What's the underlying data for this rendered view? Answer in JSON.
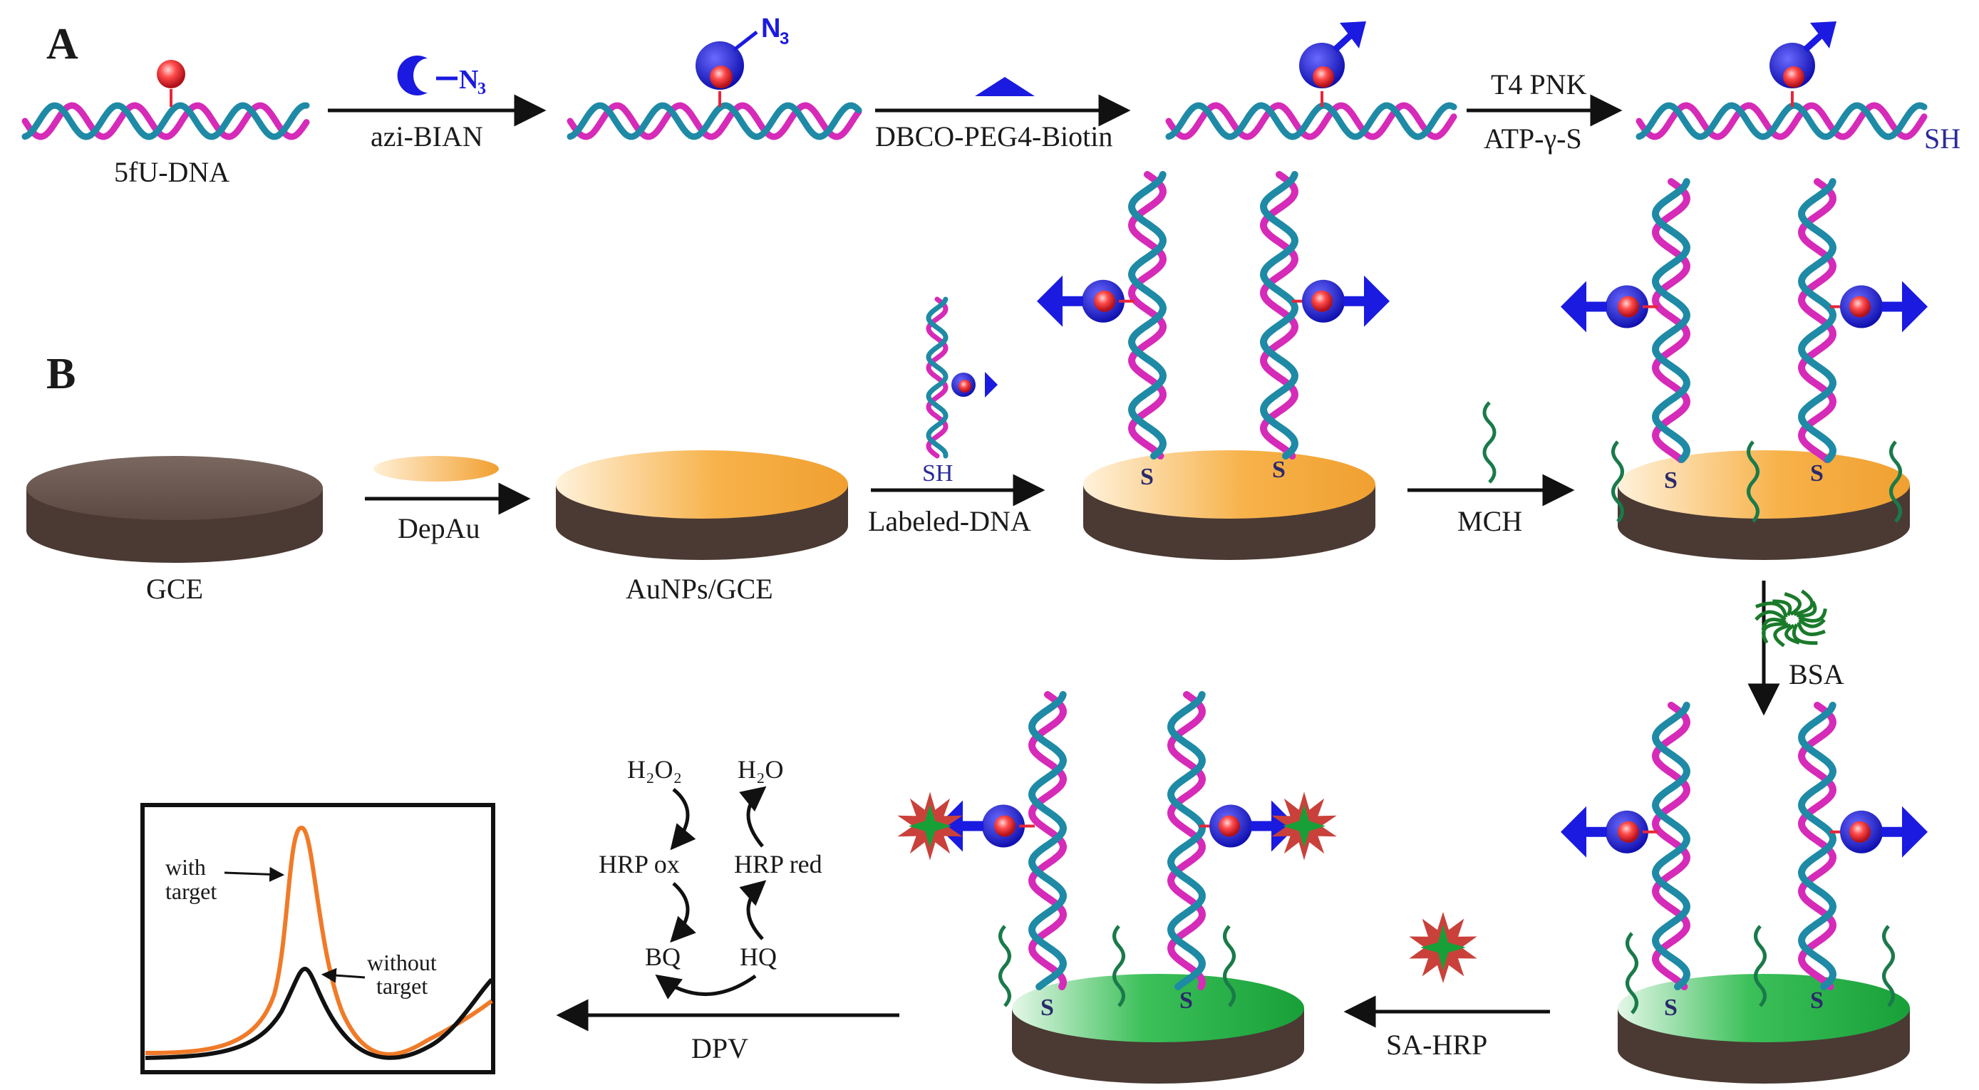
{
  "panels": {
    "a": "A",
    "b": "B"
  },
  "labels": {
    "fu_dna": "5fU-DNA",
    "azi_bian": "azi-BIAN",
    "n3_top": "N",
    "n3_sub": "3",
    "n3_reagent": "N",
    "n3_reagent_sub": "3",
    "dbco": "DBCO-PEG4-Biotin",
    "t4pnk": "T4 PNK",
    "atp": "ATP-γ-S",
    "sh_a": "SH",
    "sh_b": "SH",
    "gce": "GCE",
    "depau": "DepAu",
    "aunps": "AuNPs/GCE",
    "labeled_dna": "Labeled-DNA",
    "mch": "MCH",
    "bsa": "BSA",
    "sa_hrp": "SA-HRP",
    "dpv": "DPV",
    "s": "S",
    "h2o2": "H₂O₂",
    "h2o": "H₂O",
    "hrp_ox": "HRP ox",
    "hrp_red": "HRP red",
    "bq": "BQ",
    "hq": "HQ",
    "with_target_1": "with",
    "with_target_2": "target",
    "without_target_1": "without",
    "without_target_2": "target"
  },
  "colors": {
    "strand_pink": "#d62ab8",
    "strand_teal": "#1e8aa6",
    "red_dot": "#e8253a",
    "blue_ball": "#2a28d8",
    "biotin_blue": "#1a1ae0",
    "gce_top": "#6b5a52",
    "gce_side": "#4a3a33",
    "gold": "#f2a93a",
    "green_disk": "#1fa83a",
    "mch_green": "#1a7a4a",
    "hrp_red": "#c9413a",
    "hrp_green": "#18a038",
    "curve_orange": "#f07a28",
    "curve_black": "#111111"
  }
}
